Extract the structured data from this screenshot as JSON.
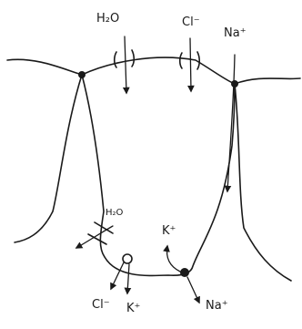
{
  "apical": {
    "water_label": "H₂O",
    "chloride_label": "Cl⁻",
    "sodium_label": "Na⁺"
  },
  "basolateral": {
    "water_label": "H₂O",
    "potassium_up_label": "K⁺",
    "chloride_out_label": "Cl⁻",
    "potassium_out_label": "K⁺",
    "sodium_out_label": "Na⁺"
  }
}
